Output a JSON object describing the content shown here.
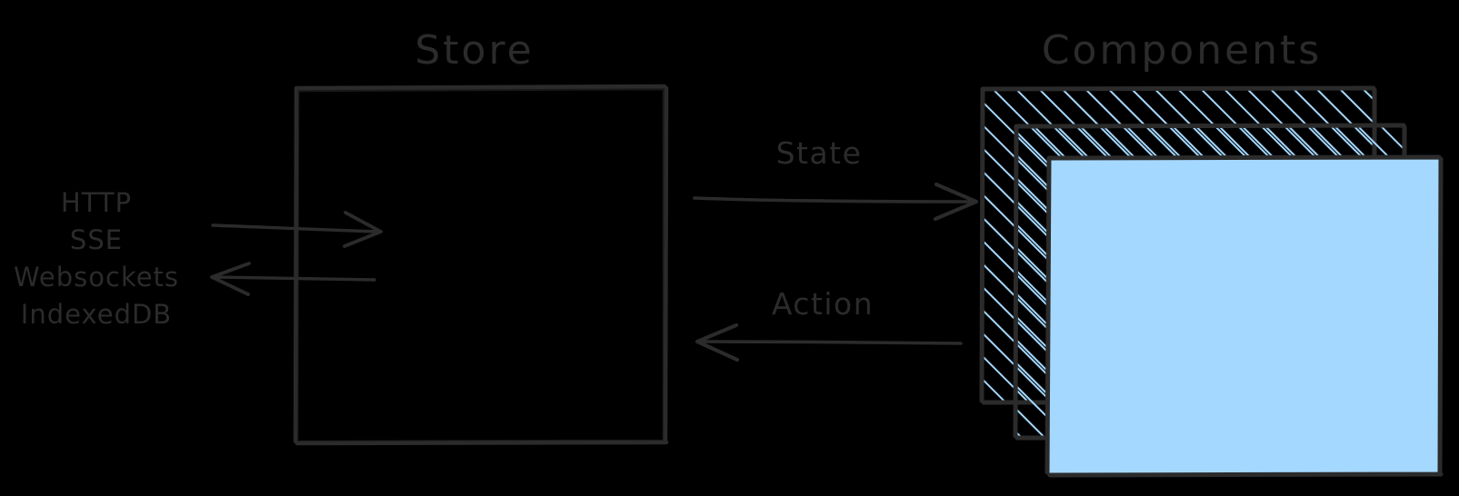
{
  "diagram": {
    "title_store": "Store",
    "title_components": "Components",
    "arrow_state_label": "State",
    "arrow_action_label": "Action",
    "protocols": [
      "HTTP",
      "SSE",
      "Websockets",
      "IndexedDB"
    ],
    "colors": {
      "background": "#000000",
      "stroke": "#2b2b2b",
      "text": "#2b2b2b",
      "card_fill": "#a5d8ff",
      "hatch_line": "#a5d8ff"
    },
    "shapes": {
      "store_box": "rectangle",
      "component_cards": 3,
      "card_back_style": "diagonal-hatch",
      "card_front_style": "solid-fill"
    }
  }
}
